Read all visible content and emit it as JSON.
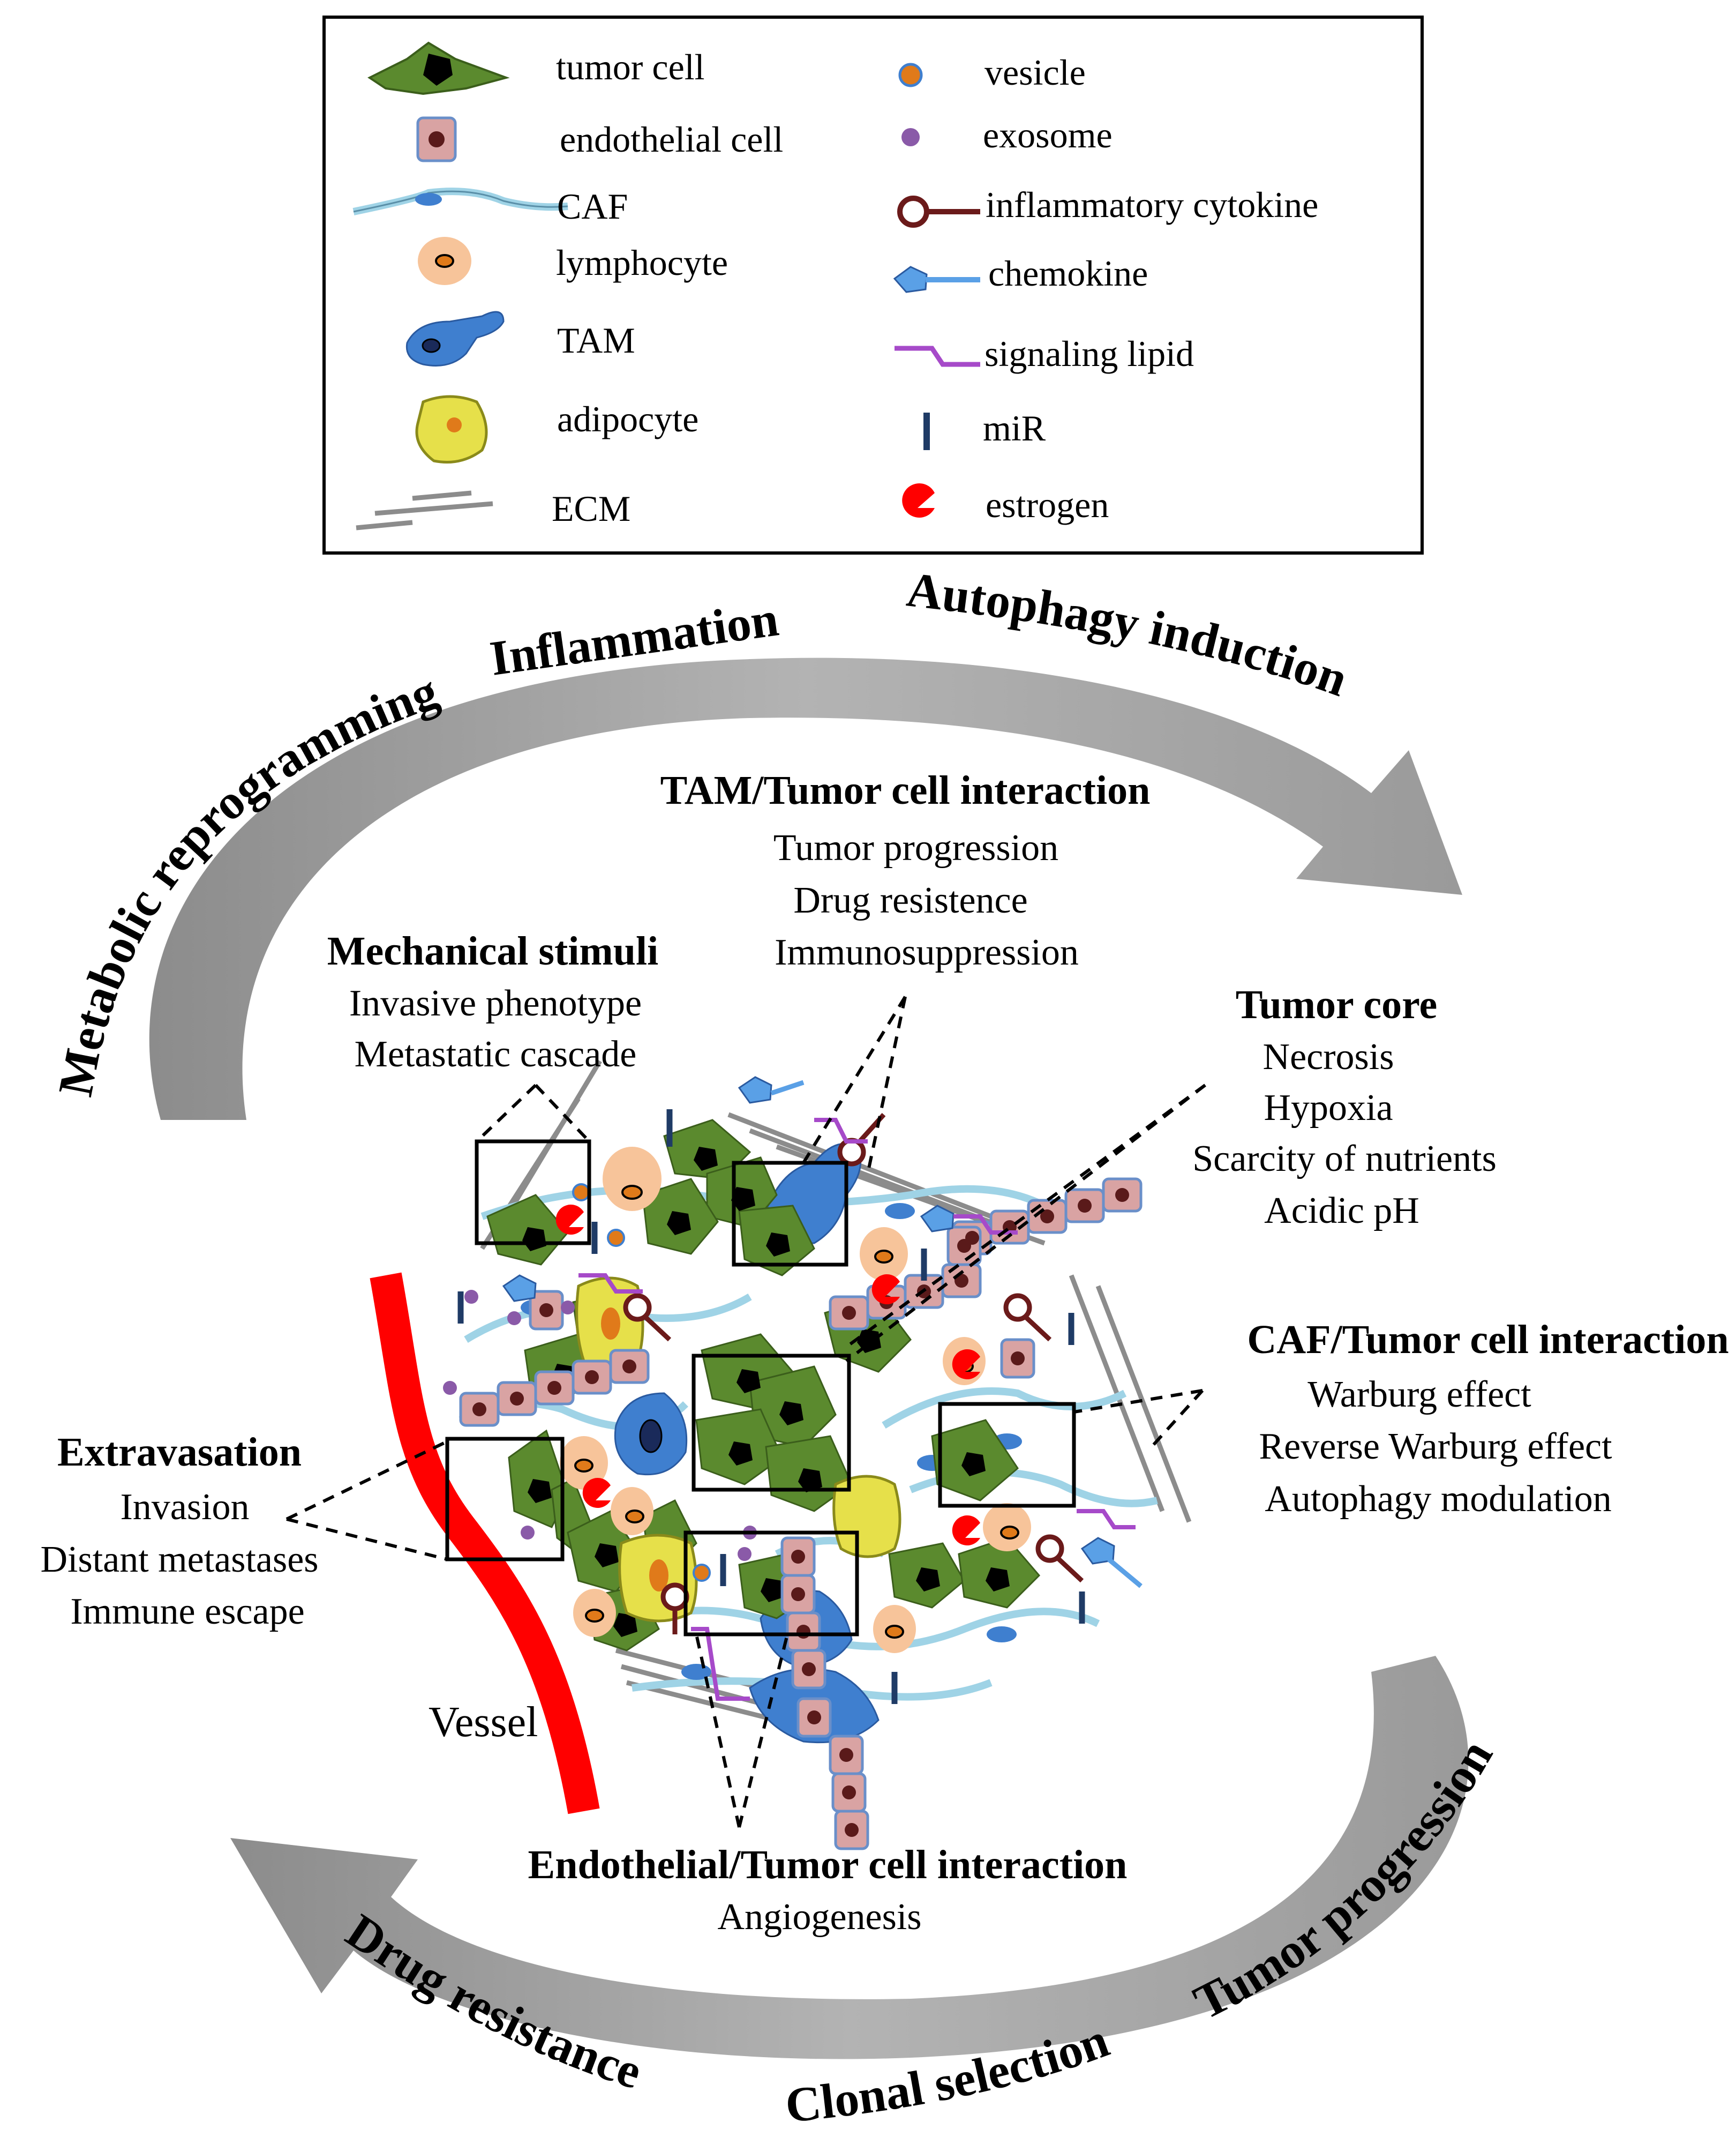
{
  "legend": {
    "left": [
      {
        "icon": "tumor-cell-icon",
        "label": "tumor cell"
      },
      {
        "icon": "endothelial-cell-icon",
        "label": "endothelial cell"
      },
      {
        "icon": "caf-icon",
        "label": "CAF"
      },
      {
        "icon": "lymphocyte-icon",
        "label": "lymphocyte"
      },
      {
        "icon": "tam-icon",
        "label": "TAM"
      },
      {
        "icon": "adipocyte-icon",
        "label": "adipocyte"
      },
      {
        "icon": "ecm-icon",
        "label": "ECM"
      }
    ],
    "right": [
      {
        "icon": "vesicle-icon",
        "label": "vesicle"
      },
      {
        "icon": "exosome-icon",
        "label": "exosome"
      },
      {
        "icon": "inflammatory-cytokine-icon",
        "label": "inflammatory cytokine"
      },
      {
        "icon": "chemokine-icon",
        "label": "chemokine"
      },
      {
        "icon": "signaling-lipid-icon",
        "label": "signaling  lipid"
      },
      {
        "icon": "mir-icon",
        "label": "miR"
      },
      {
        "icon": "estrogen-icon",
        "label": "estrogen"
      }
    ]
  },
  "cycle": {
    "top_left": [
      "Metabolic reprogramming",
      "Inflammation"
    ],
    "top_right": "Autophagy induction",
    "bottom_left": "Drug resistance",
    "bottom_mid": "Clonal selection",
    "bottom_right": "Tumor progression"
  },
  "annotations": {
    "tam": {
      "title": "TAM/Tumor  cell interaction",
      "items": [
        "Tumor progression",
        "Drug resistence",
        "Immunosuppression"
      ]
    },
    "mechanical": {
      "title": "Mechanical stimuli",
      "items": [
        "Invasive  phenotype",
        "Metastatic cascade"
      ]
    },
    "core": {
      "title": "Tumor core",
      "items": [
        "Necrosis",
        "Hypoxia",
        "Scarcity of nutrients",
        "Acidic pH"
      ]
    },
    "caf": {
      "title": "CAF/Tumor  cell interaction",
      "items": [
        "Warburg effect",
        "Reverse Warburg effect",
        "Autophagy modulation"
      ]
    },
    "extravasation": {
      "title": "Extravasation",
      "items": [
        "Invasion",
        "Distant metastases",
        "Immune escape"
      ]
    },
    "endothelial": {
      "title": "Endothelial/Tumor  cell interaction",
      "items": [
        "Angiogenesis"
      ]
    }
  },
  "vessel_label": "Vessel",
  "colors": {
    "tumor": "#5b8a2e",
    "endothelial": "#d9a3a3",
    "caf": "#9fd3e6",
    "lymphocyte": "#f7c49a",
    "tam": "#3f7fcf",
    "adipocyte": "#e6e04a",
    "vessel": "#ff0000",
    "arrow": "#a6a6a6",
    "lipid": "#a64ac9",
    "cytokine": "#6b1a1a",
    "estrogen": "#ff0000",
    "mir": "#1f3b66"
  }
}
